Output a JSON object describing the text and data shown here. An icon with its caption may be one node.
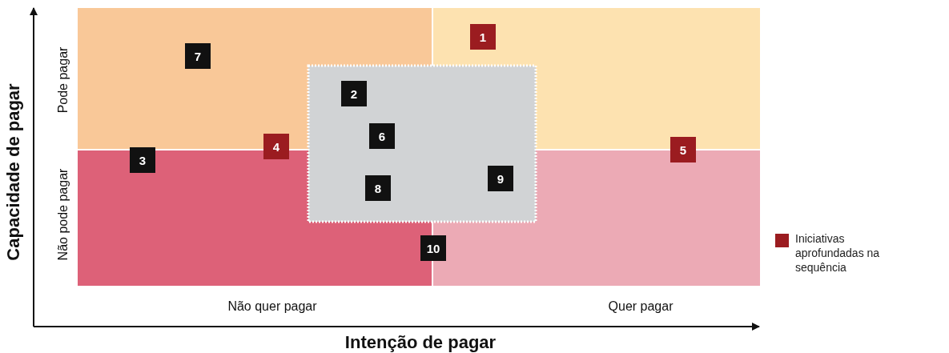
{
  "diagram": {
    "nodes": [
      {
        "text": [
          "1"
        ]
      },
      {
        "text": [
          "7"
        ]
      },
      {
        "text": [
          "2"
        ]
      },
      {
        "text": [
          "6"
        ]
      },
      {
        "text": [
          "4"
        ]
      },
      {
        "text": [
          "5"
        ]
      },
      {
        "text": [
          "3"
        ]
      },
      {
        "text": [
          "9"
        ]
      },
      {
        "text": [
          "8"
        ]
      },
      {
        "text": [
          "10"
        ]
      }
    ],
    "labels": [
      "Pode pagar",
      "Não pode pagar",
      "Capacidade de pagar",
      "Não quer pagar",
      "Quer pagar",
      "Intenção de pagar"
    ],
    "legend": [
      {
        "text": "Iniciativas aprofundadas na sequência",
        "color": "#9b1c20"
      }
    ]
  }
}
